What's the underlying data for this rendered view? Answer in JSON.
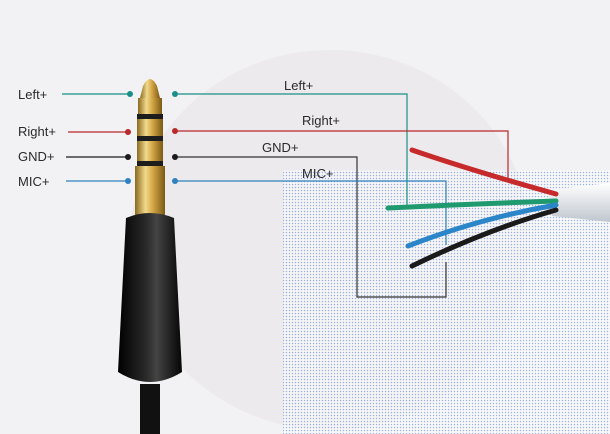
{
  "pins": [
    {
      "key": "left",
      "label": "Left+",
      "color": "#1a8f87"
    },
    {
      "key": "right",
      "label": "Right+",
      "color": "#b8282c"
    },
    {
      "key": "gnd",
      "label": "GND+",
      "color": "#1b1b1b"
    },
    {
      "key": "mic",
      "label": "MIC+",
      "color": "#2e82bf"
    }
  ],
  "wire_labels": {
    "left": "Left+",
    "right": "Right+",
    "gnd": "GND+",
    "mic": "MIC+"
  },
  "colors": {
    "background": "#f4f4f5",
    "plug_gold": "#c9a04a",
    "plug_ring": "#222222",
    "plug_body": "#0c0c0c",
    "cable_jacket": "#e8ecf0",
    "wire_green": "#1f9a6e",
    "wire_red": "#c62a2a",
    "wire_blue": "#2a86c9",
    "wire_black": "#1a1a1a",
    "overlay_dots": "#5b7fd1"
  }
}
